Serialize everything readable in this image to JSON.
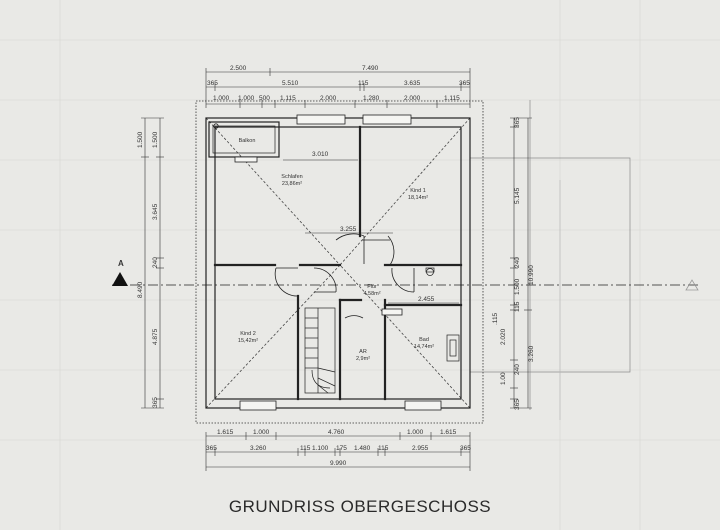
{
  "title": "GRUNDRISS OBERGESCHOSS",
  "section_marker": "A",
  "rooms": [
    {
      "name": "Balkon",
      "area": ""
    },
    {
      "name": "Schlafen",
      "area": "23,86m²"
    },
    {
      "name": "Kind 1",
      "area": "18,14m²"
    },
    {
      "name": "Kind 2",
      "area": "15,42m²"
    },
    {
      "name": "Flur",
      "area": "4,58m²"
    },
    {
      "name": "AR",
      "area": "2,9m²"
    },
    {
      "name": "Bad",
      "area": "14,74m²"
    }
  ],
  "dimensions": {
    "top_row1": [
      "2.500",
      "7.490"
    ],
    "top_row2": [
      "365",
      "5.510",
      "115",
      "3.635",
      "365"
    ],
    "top_row3": [
      "1.000",
      "1.000",
      "500",
      "1.115",
      "2.000",
      "1.280",
      "2.000",
      "1.115"
    ],
    "interior": [
      "3.010",
      "3.255",
      "2.455"
    ],
    "bottom_row1": [
      "1.615",
      "1.000",
      "4.760",
      "1.000",
      "1.615"
    ],
    "bottom_row2": [
      "365",
      "3.260",
      "115",
      "1.100",
      "175",
      "1.480",
      "115",
      "2.955",
      "365"
    ],
    "bottom_total": "9.990",
    "left_outer": [
      "1.500",
      "8.490"
    ],
    "left_inner": [
      "1.500",
      "3.645",
      "240",
      "4.875",
      "365"
    ],
    "right_inner": [
      "365",
      "5.145",
      "240",
      "1.500",
      "115",
      "2.020",
      "1.00",
      "240",
      "365"
    ],
    "right_outer": [
      "10.990",
      "3.260"
    ],
    "right_misc": [
      ".115"
    ]
  }
}
